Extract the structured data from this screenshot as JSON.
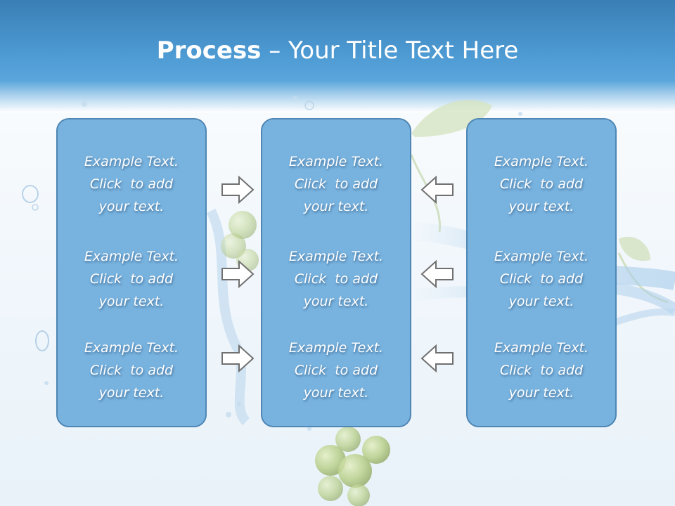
{
  "slide": {
    "title_bold": "Process",
    "title_rest": " – Your Title Text Here"
  },
  "columns": [
    {
      "items": [
        {
          "lines": [
            "Example Text.",
            "Click  to add",
            "your text."
          ]
        },
        {
          "lines": [
            "Example Text.",
            "Click  to add",
            "your text."
          ]
        },
        {
          "lines": [
            "Example Text.",
            "Click  to add",
            "your text."
          ]
        }
      ]
    },
    {
      "items": [
        {
          "lines": [
            "Example Text.",
            "Click  to add",
            "your text."
          ]
        },
        {
          "lines": [
            "Example Text.",
            "Click  to add",
            "your text."
          ]
        },
        {
          "lines": [
            "Example Text.",
            "Click  to add",
            "your text."
          ]
        }
      ]
    },
    {
      "items": [
        {
          "lines": [
            "Example Text.",
            "Click  to add",
            "your text."
          ]
        },
        {
          "lines": [
            "Example Text.",
            "Click  to add",
            "your text."
          ]
        },
        {
          "lines": [
            "Example Text.",
            "Click  to add",
            "your text."
          ]
        }
      ]
    }
  ],
  "icons": {
    "left_arrows": "arrow-right-icon",
    "right_arrows": "arrow-left-icon"
  },
  "colors": {
    "header": "#4b97d0",
    "box_fill": "#78b3df",
    "box_border": "#4f86b4",
    "text": "#ffffff"
  }
}
